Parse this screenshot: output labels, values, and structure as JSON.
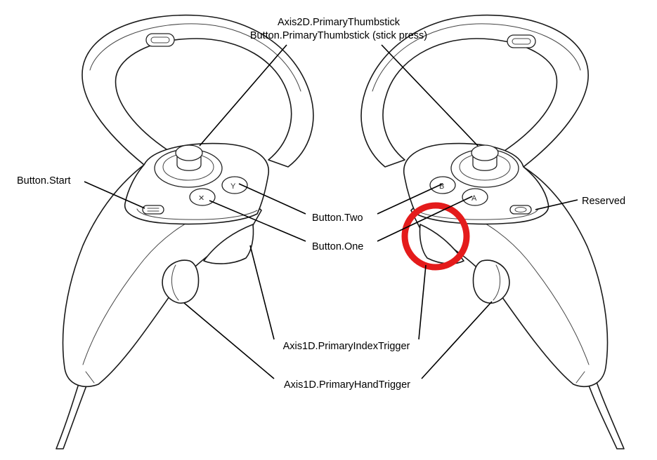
{
  "labels": {
    "thumbstick_axis": "Axis2D.PrimaryThumbstick",
    "thumbstick_press": "Button.PrimaryThumbstick (stick press)",
    "button_start": "Button.Start",
    "button_two": "Button.Two",
    "button_one": "Button.One",
    "reserved": "Reserved",
    "index_trigger": "Axis1D.PrimaryIndexTrigger",
    "hand_trigger": "Axis1D.PrimaryHandTrigger"
  },
  "highlight": {
    "color": "#e41b1b",
    "target": "right-index-trigger"
  }
}
